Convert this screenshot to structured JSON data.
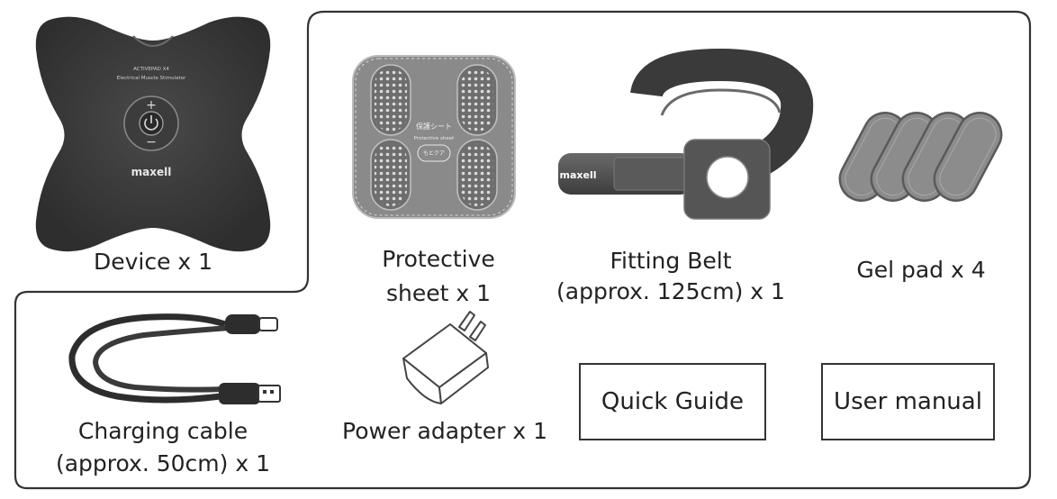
{
  "device": {
    "caption": "Device x 1",
    "brand": "maxell",
    "model_line1": "ACTIVEPAD X4",
    "model_line2": "Electrical Muscle Stimulator",
    "plus_symbol": "+",
    "minus_symbol": "−"
  },
  "protective_sheet": {
    "caption_line1": "Protective",
    "caption_line2": "sheet x 1",
    "label_jp": "保護シート",
    "label_en": "Protective sheet",
    "badge_jp": "もとクア"
  },
  "fitting_belt": {
    "caption_line1": "Fitting Belt",
    "caption_line2": "(approx. 125cm) x 1",
    "brand": "maxell"
  },
  "gel_pad": {
    "caption": "Gel pad x 4"
  },
  "charging_cable": {
    "caption_line1": "Charging cable",
    "caption_line2": "(approx. 50cm) x 1"
  },
  "power_adapter": {
    "caption": "Power adapter x 1"
  },
  "quick_guide": {
    "label": "Quick Guide"
  },
  "user_manual": {
    "label": "User manual"
  },
  "colors": {
    "device_body": "#3a3a3a",
    "belt": "#555555",
    "sheet": "#8a8a8a",
    "gel": "#8c8c8c",
    "outline": "#333333"
  }
}
